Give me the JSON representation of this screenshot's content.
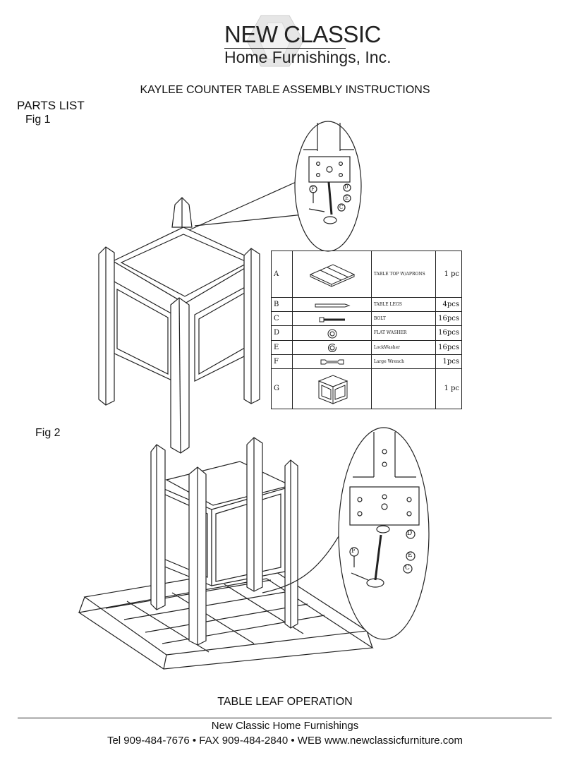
{
  "logo": {
    "name": "NEW CLASSIC",
    "subline": "Home Furnishings, Inc."
  },
  "title": "KAYLEE COUNTER TABLE  ASSEMBLY INSTRUCTIONS",
  "parts_heading": "PARTS LIST",
  "figures": {
    "fig1": "Fig 1",
    "fig2": "Fig 2"
  },
  "parts_table": [
    {
      "letter": "A",
      "icon": "table-top-icon",
      "desc": "TABLE TOP W/APRONS",
      "qty": "1 pc"
    },
    {
      "letter": "B",
      "icon": "table-leg-icon",
      "desc": "TABLE LEGS",
      "qty": "4pcs"
    },
    {
      "letter": "C",
      "icon": "bolt-icon",
      "desc": "BOLT",
      "qty": "16pcs"
    },
    {
      "letter": "D",
      "icon": "flat-washer-icon",
      "desc": "FLAT WASHER",
      "qty": "16pcs"
    },
    {
      "letter": "E",
      "icon": "lock-washer-icon",
      "desc": "LockWasher",
      "qty": "16pcs"
    },
    {
      "letter": "F",
      "icon": "wrench-icon",
      "desc": "Large Wrench",
      "qty": "1pcs"
    },
    {
      "letter": "G",
      "icon": "cabinet-icon",
      "desc": "",
      "qty": "1 pc"
    }
  ],
  "callouts": {
    "d": "D",
    "e": "E",
    "c": "C",
    "f": "F"
  },
  "footer": {
    "heading": "TABLE LEAF OPERATION",
    "company": "New Classic Home Furnishings",
    "contact": "Tel 909-484-7676  • FAX 909-484-2840 • WEB www.newclassicfurniture.com"
  }
}
